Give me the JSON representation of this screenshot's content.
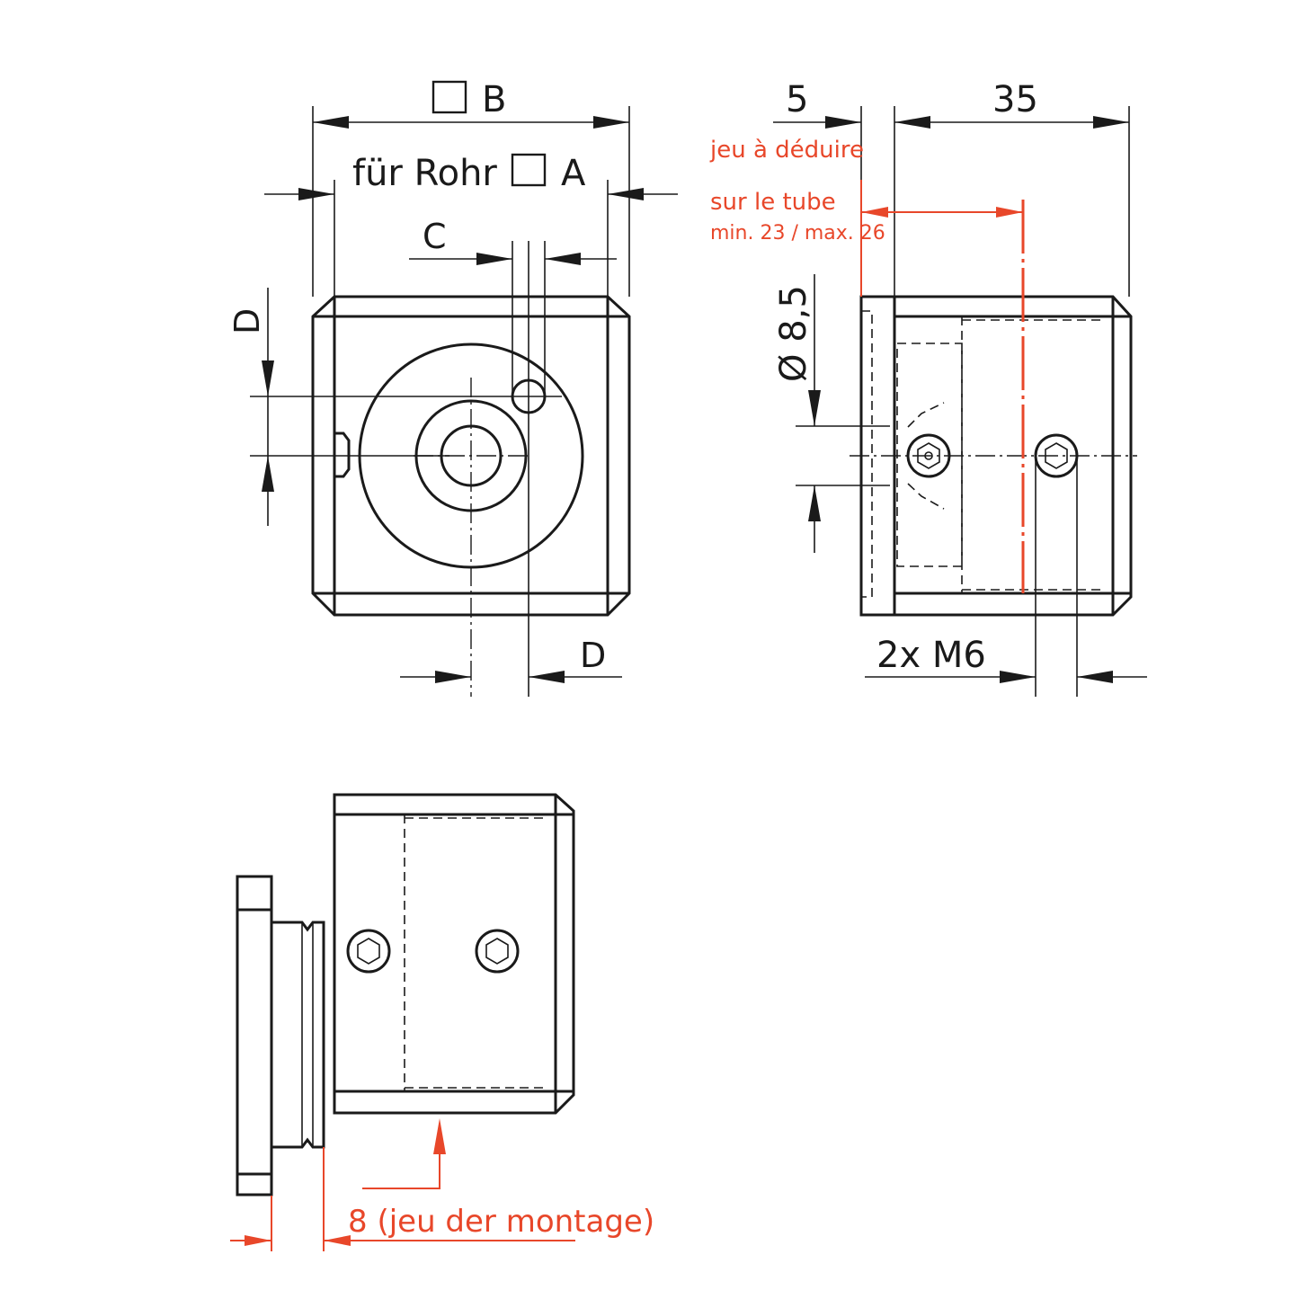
{
  "labels": {
    "dim_b": "B",
    "dim_a": "für Rohr",
    "dim_a_letter": "A",
    "dim_c": "C",
    "dim_d_left": "D",
    "dim_d_bottom": "D",
    "dim_5": "5",
    "dim_35": "35",
    "dia": "Ø 8,5",
    "thread": "2x M6"
  },
  "notes": {
    "jeu": "jeu à déduire",
    "tube": "sur le tube",
    "minmax": "min. 23 / max. 26",
    "montage": "8 (jeu der montage)"
  },
  "colors": {
    "line": "#1a1a1a",
    "accent": "#e8472a"
  }
}
